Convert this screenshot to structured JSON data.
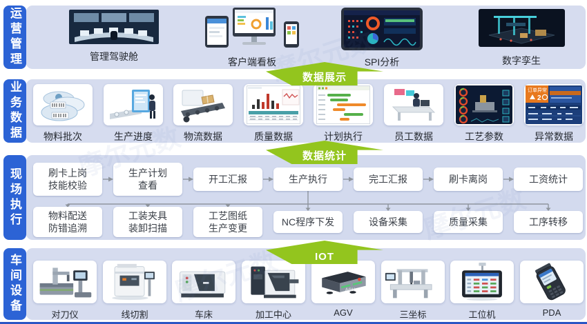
{
  "watermark": "摩尔元数",
  "colors": {
    "accent_blue": "#2c63d5",
    "band_bg": "#d6dcef",
    "arrow_green": "#93c51e",
    "bottom_line_blue": "#2a55c4"
  },
  "bands": [
    {
      "label": "运营管理",
      "items": [
        {
          "label": "管理驾驶舱",
          "icon": "control-room-photo"
        },
        {
          "label": "客户端看板",
          "icon": "client-devices-photo"
        },
        {
          "label": "SPI分析",
          "icon": "spi-dashboard-photo"
        },
        {
          "label": "数字孪生",
          "icon": "digital-twin-photo"
        }
      ]
    },
    {
      "label": "业务数据",
      "items": [
        {
          "label": "物料批次",
          "icon": "barcode-batch"
        },
        {
          "label": "生产进度",
          "icon": "production-progress"
        },
        {
          "label": "物流数据",
          "icon": "logistics-conveyor"
        },
        {
          "label": "质量数据",
          "icon": "quality-chart"
        },
        {
          "label": "计划执行",
          "icon": "plan-gantt"
        },
        {
          "label": "员工数据",
          "icon": "employee-data"
        },
        {
          "label": "工艺参数",
          "icon": "process-gauges"
        },
        {
          "label": "异常数据",
          "icon": "abnormal-alert",
          "screen_title": "订单异常",
          "screen_count": "2"
        }
      ]
    },
    {
      "label": "现场执行"
    },
    {
      "label": "车间设备",
      "items": [
        {
          "label": "对刀仪",
          "icon": "tool-presetter"
        },
        {
          "label": "线切割",
          "icon": "wire-edm"
        },
        {
          "label": "车床",
          "icon": "lathe"
        },
        {
          "label": "加工中心",
          "icon": "machining-center"
        },
        {
          "label": "AGV",
          "icon": "agv",
          "device_text": "AGV"
        },
        {
          "label": "三坐标",
          "icon": "cmm"
        },
        {
          "label": "工位机",
          "icon": "station-terminal"
        },
        {
          "label": "PDA",
          "icon": "pda"
        }
      ]
    }
  ],
  "arrows": [
    {
      "label": "数据展示"
    },
    {
      "label": "数据统计"
    },
    {
      "label": "IOT"
    }
  ],
  "flow": {
    "row1": [
      {
        "label": "刷卡上岗\n技能校验"
      },
      {
        "label": "生产计划\n查看"
      },
      {
        "label": "开工汇报"
      },
      {
        "label": "生产执行"
      },
      {
        "label": "完工汇报"
      },
      {
        "label": "刷卡离岗"
      },
      {
        "label": "工资统计"
      }
    ],
    "row2": [
      {
        "label": "物料配送\n防错追溯"
      },
      {
        "label": "工装夹具\n装卸扫描"
      },
      {
        "label": "工艺图纸\n生产变更"
      },
      {
        "label": "NC程序下发"
      },
      {
        "label": "设备采集"
      },
      {
        "label": "质量采集"
      },
      {
        "label": "工序转移"
      }
    ]
  }
}
